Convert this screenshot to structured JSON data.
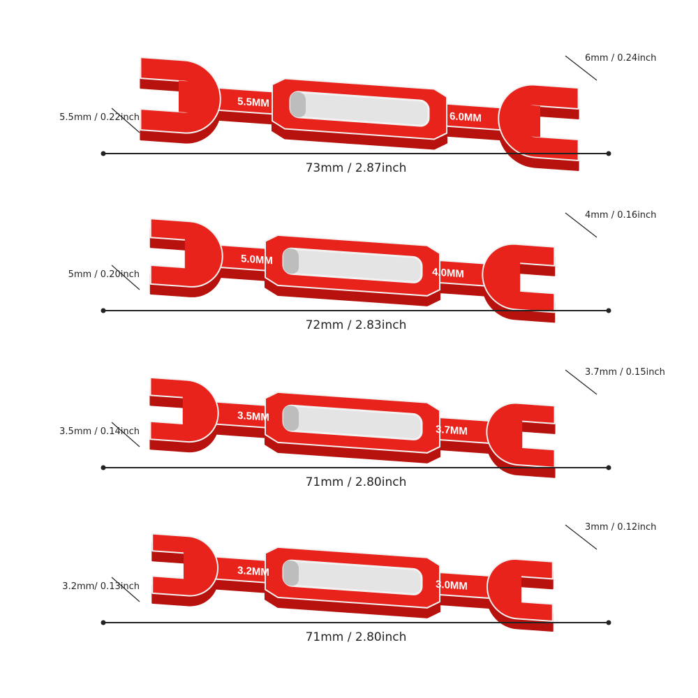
{
  "colors": {
    "body": "#e8231c",
    "body_dark": "#b8120e",
    "edge": "#f2f2f2",
    "slot": "#e4e4e4",
    "ink": "#222222"
  },
  "wrenches": [
    {
      "left_size": "5.5MM",
      "right_size": "6.0MM",
      "left_dim": "5.5mm / 0.22inch",
      "right_dim": "6mm / 0.24inch",
      "length": "73mm / 2.87inch"
    },
    {
      "left_size": "5.0MM",
      "right_size": "4.0MM",
      "left_dim": "5mm / 0.20inch",
      "right_dim": "4mm / 0.16inch",
      "length": "72mm / 2.83inch"
    },
    {
      "left_size": "3.5MM",
      "right_size": "3.7MM",
      "left_dim": "3.5mm / 0.14inch",
      "right_dim": "3.7mm / 0.15inch",
      "length": "71mm / 2.80inch"
    },
    {
      "left_size": "3.2MM",
      "right_size": "3.0MM",
      "left_dim": "3.2mm/ 0.13inch",
      "right_dim": "3mm / 0.12inch",
      "length": "71mm / 2.80inch"
    }
  ]
}
